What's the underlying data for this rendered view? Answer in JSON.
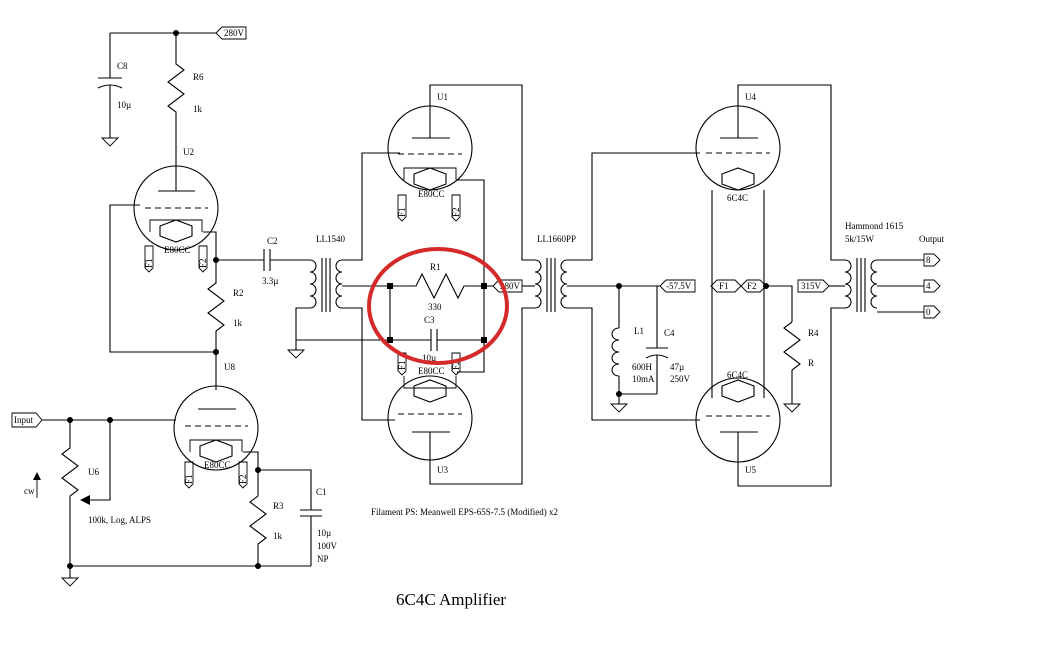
{
  "title": "6C4C Amplifier",
  "note": "Filament PS: Meanwell EPS-65S-7.5 (Modified) x2",
  "tubes": {
    "u1": {
      "ref": "U1",
      "type": "E80CC"
    },
    "u2": {
      "ref": "U2",
      "type": "E80CC"
    },
    "u3": {
      "ref": "U3",
      "type": "E80CC"
    },
    "u4": {
      "ref": "U4",
      "type": "6C4C"
    },
    "u5": {
      "ref": "U5",
      "type": "6C4C"
    },
    "u8": {
      "ref": "U8",
      "type": "E80CC"
    }
  },
  "pins": {
    "f1": "F1",
    "f2": "F2"
  },
  "rails": {
    "v280": "280V",
    "v280b": "280V",
    "vneg": "-57.5V",
    "v315": "315V"
  },
  "transformers": {
    "t1": "LL1540",
    "t2": "LL1660PP",
    "t3_name": "Hammond 1615",
    "t3_spec": "5k/15W"
  },
  "output": {
    "label": "Output",
    "taps": [
      "8",
      "4",
      "0"
    ]
  },
  "input": {
    "label": "Input",
    "cw": "cw"
  },
  "components": {
    "c8": {
      "ref": "C8",
      "value": "10µ"
    },
    "r6": {
      "ref": "R6",
      "value": "1k"
    },
    "c2": {
      "ref": "C2",
      "value": "3.3µ"
    },
    "r2": {
      "ref": "R2",
      "value": "1k"
    },
    "r1": {
      "ref": "R1",
      "value": "330"
    },
    "c3": {
      "ref": "C3",
      "value": "10µ"
    },
    "l1": {
      "ref": "L1",
      "value": "600H",
      "current": "10mA"
    },
    "c4": {
      "ref": "C4",
      "value": "47µ",
      "voltage": "250V"
    },
    "r4": {
      "ref": "R4",
      "value": "R"
    },
    "u6": {
      "ref": "U6",
      "value": "100k, Log, ALPS"
    },
    "r3": {
      "ref": "R3",
      "value": "1k"
    },
    "c1": {
      "ref": "C1",
      "value": "10µ",
      "voltage": "100V",
      "type": "NP"
    }
  },
  "colors": {
    "ink": "#000000",
    "highlight": "#d42a2a",
    "paper": "#ffffff"
  }
}
